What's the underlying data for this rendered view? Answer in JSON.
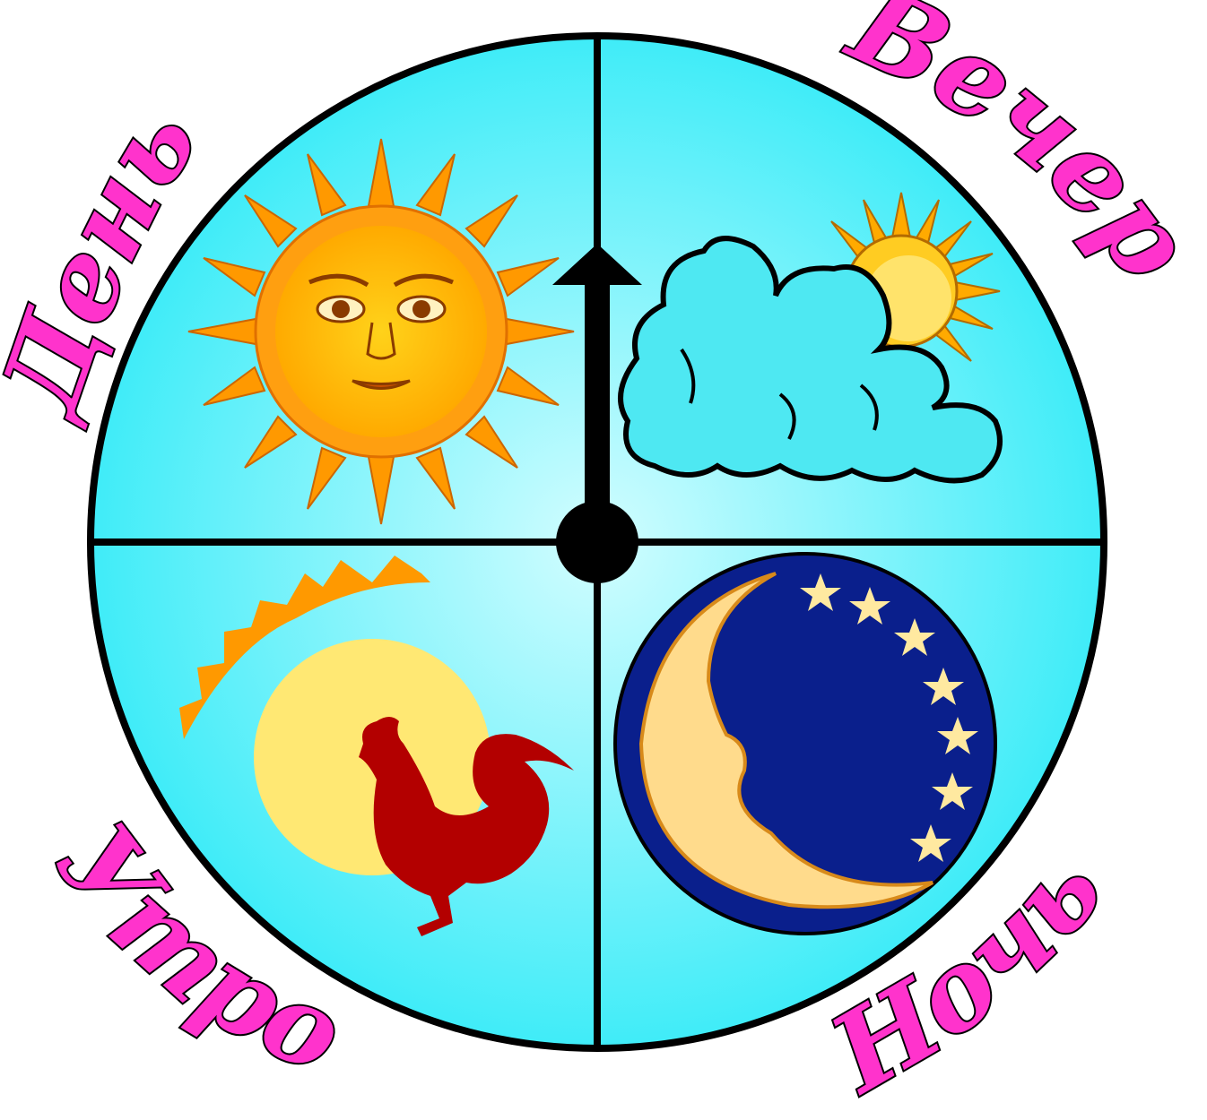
{
  "labels": {
    "day": "День",
    "evening": "Вечер",
    "morning": "Утро",
    "night": "Ночь"
  },
  "colors": {
    "dial_center": "#c8fbff",
    "dial_edge": "#45eefa",
    "text_fill": "#ff33cc",
    "outline": "#000000",
    "sun_orange": "#ff9900",
    "sun_yellow": "#ffcc00",
    "cloud": "#4ee8f2",
    "night_sky": "#0a1f8c",
    "moon": "#ffdb8c",
    "rooster": "#b30000",
    "sunrise_disc": "#ffe873"
  },
  "icons": {
    "top_left": "sun-face-icon",
    "top_right": "cloud-with-sun-icon",
    "bottom_left": "rooster-sunrise-icon",
    "bottom_right": "crescent-moon-stars-icon"
  },
  "hand_points_to": "evening"
}
